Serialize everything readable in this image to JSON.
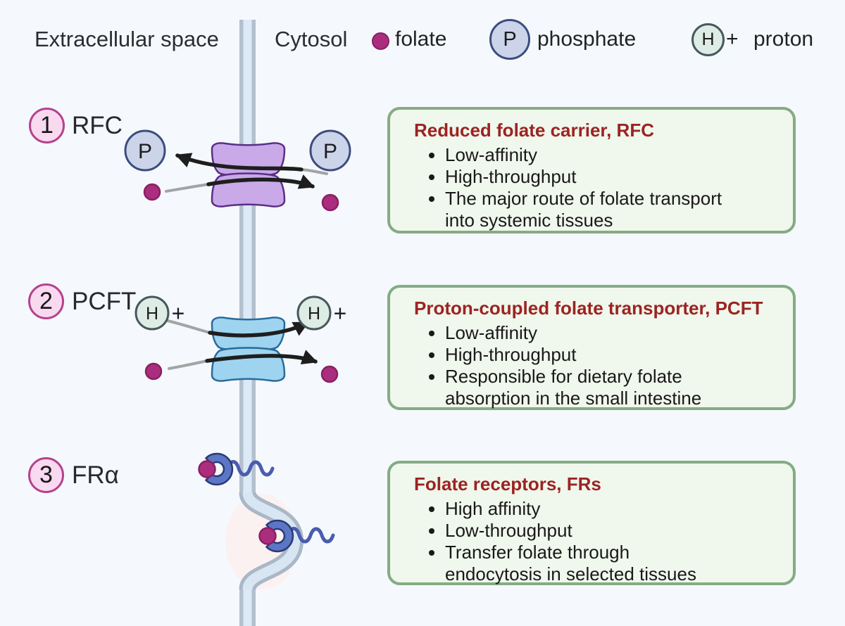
{
  "header": {
    "extracellular_label": "Extracellular space",
    "cytosol_label": "Cytosol"
  },
  "legend": {
    "folate_label": "folate",
    "phosphate_symbol": "P",
    "phosphate_label": "phosphate",
    "proton_symbol": "H",
    "plus": "+",
    "proton_label": "proton"
  },
  "sections": [
    {
      "number": "1",
      "name": "RFC"
    },
    {
      "number": "2",
      "name": "PCFT"
    },
    {
      "number": "3",
      "name": "FRα"
    }
  ],
  "info_boxes": [
    {
      "title": "Reduced folate carrier, RFC",
      "bullets": [
        "Low-affinity",
        "High-throughput",
        "The major route of folate transport\ninto systemic tissues"
      ]
    },
    {
      "title": "Proton-coupled folate transporter, PCFT",
      "bullets": [
        "Low-affinity",
        "High-throughput",
        "Responsible for dietary folate\nabsorption in the small intestine"
      ]
    },
    {
      "title": "Folate receptors, FRs",
      "bullets": [
        "High affinity",
        "Low-throughput",
        "Transfer folate through\nendocytosis in selected tissues"
      ]
    }
  ],
  "colors": {
    "background": "#f5f9fd",
    "folate": "#ab2e7e",
    "phosphate_fill": "#ccd4ea",
    "phosphate_border": "#3c4d7e",
    "proton_fill": "#ddece5",
    "proton_border": "#46595c",
    "membrane_core": "#dce9f6",
    "membrane_edge": "#b4c0cd",
    "rfc_transporter": "#c9a9e8",
    "rfc_transporter_dark": "#a47bd0",
    "rfc_outline": "#5b2f88",
    "pcft_transporter": "#9ed4ef",
    "pcft_transporter_dark": "#58a9da",
    "pcft_outline": "#2a6b9c",
    "receptor_fill": "#5b76c4",
    "receptor_outline": "#2b3a77",
    "badge_fill": "#f9d9ef",
    "badge_border": "#b5418c",
    "box_fill": "#f0f7ec",
    "box_border": "#86ab83",
    "box_title": "#9b2422",
    "vesicle_fill": "#fcf1f1",
    "arrow": "#1e1e1e"
  }
}
